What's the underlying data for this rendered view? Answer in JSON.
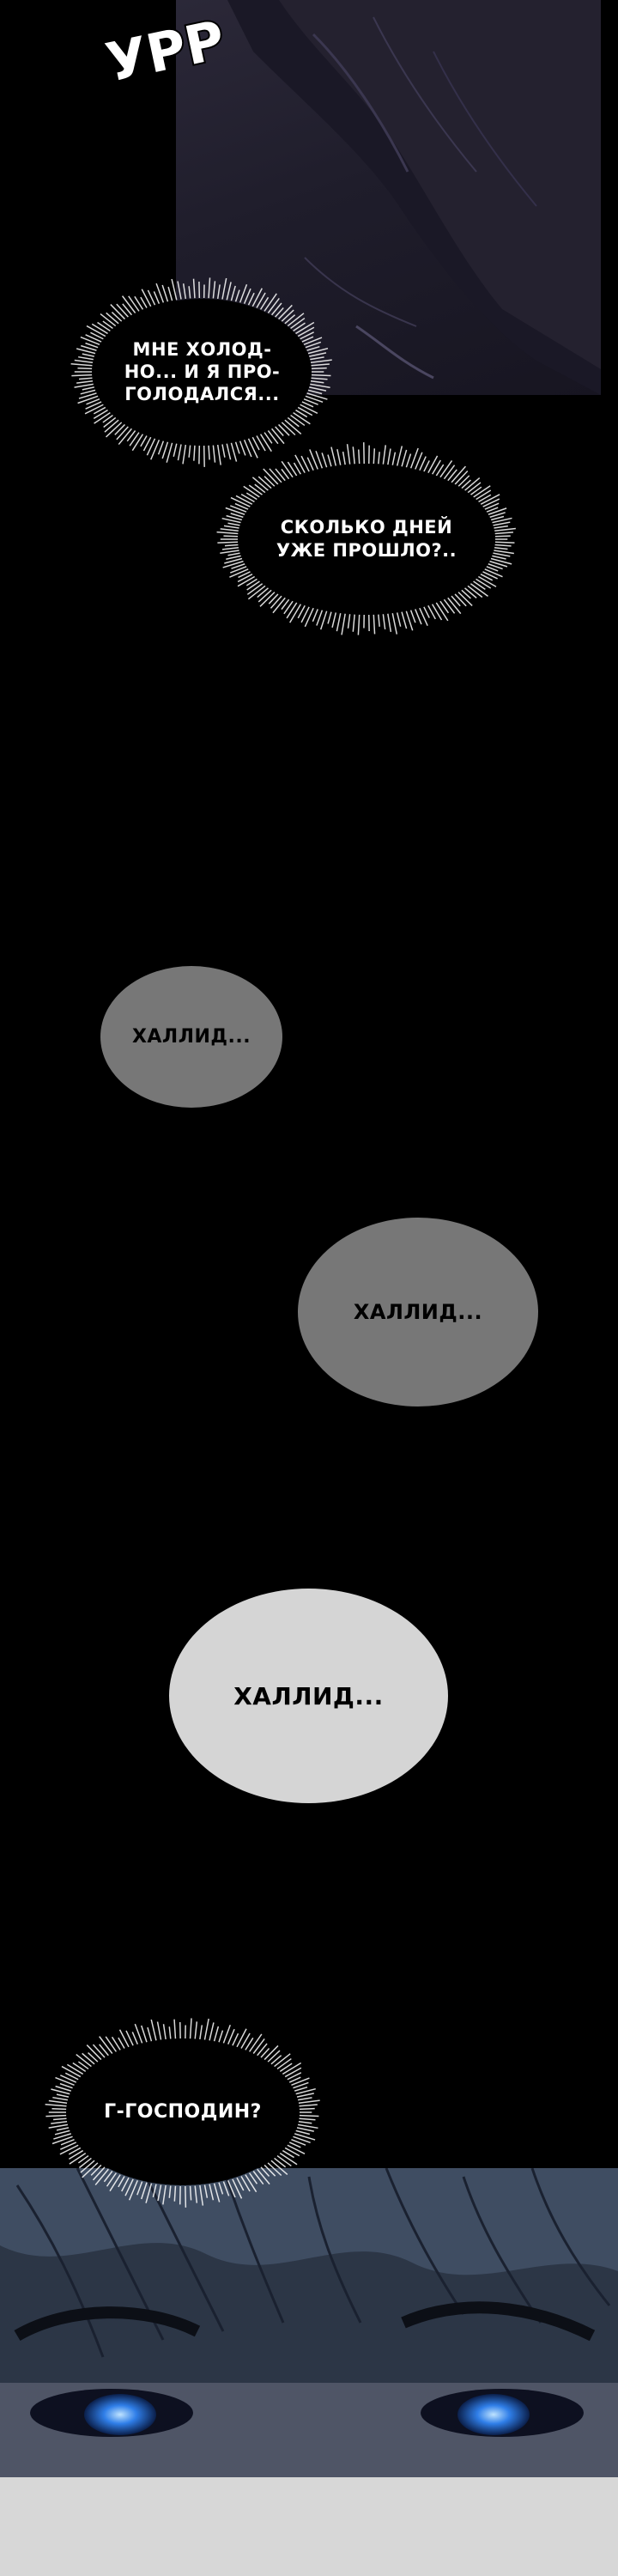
{
  "sfx": {
    "text": "УРР"
  },
  "bubbles": {
    "b1": "МНЕ ХОЛОД-\nНО... И Я ПРО-\nГОЛОДАЛСЯ...",
    "b2": "СКОЛЬКО ДНЕЙ\nУЖЕ ПРОШЛО?..",
    "b3": "ХАЛЛИД...",
    "b4": "ХАЛЛИД...",
    "b5": "ХАЛЛИД...",
    "b6": "Г-ГОСПОДИН?"
  },
  "colors": {
    "background": "#000000",
    "bubble_gray": "#777777",
    "bubble_light": "#d5d5d5",
    "eye_blue": "#2f7ee8"
  }
}
